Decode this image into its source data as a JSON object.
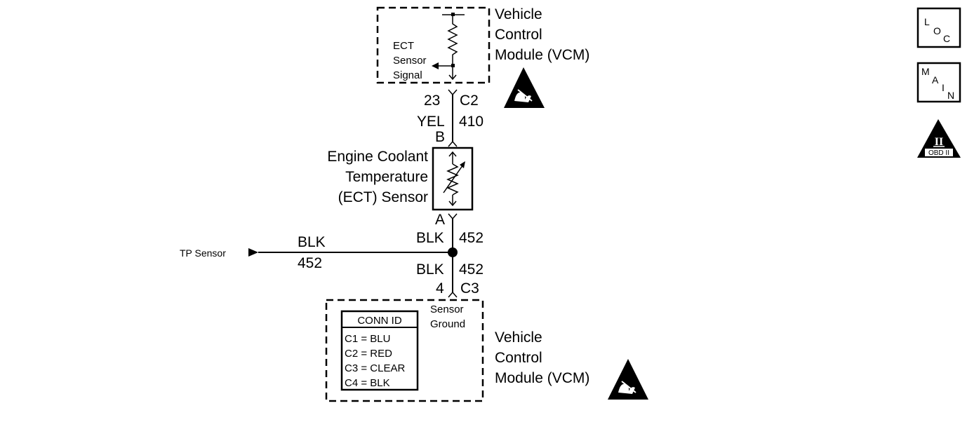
{
  "vcm_top": {
    "title_lines": [
      "Vehicle",
      "Control",
      "Module (VCM)"
    ],
    "signal_label_lines": [
      "ECT",
      "Sensor",
      "Signal"
    ]
  },
  "ect_circuit": {
    "top_connector": {
      "pin": "23",
      "connector": "C2"
    },
    "wire_top": {
      "color": "YEL",
      "circuit": "410"
    },
    "sensor_pin_b": "B",
    "sensor_pin_a": "A",
    "sensor_label_lines": [
      "Engine Coolant",
      "Temperature",
      "(ECT) Sensor"
    ],
    "wire_mid": {
      "color": "BLK",
      "circuit": "452"
    },
    "wire_bottom": {
      "color": "BLK",
      "circuit": "452"
    },
    "bottom_connector": {
      "pin": "4",
      "connector": "C3"
    }
  },
  "tp_branch": {
    "label": "TP Sensor",
    "wire_color": "BLK",
    "wire_circuit": "452"
  },
  "vcm_bottom": {
    "title_lines": [
      "Vehicle",
      "Control",
      "Module (VCM)"
    ],
    "ground_label_lines": [
      "Sensor",
      "Ground"
    ],
    "conn_id": {
      "header": "CONN ID",
      "rows": [
        "C1 = BLU",
        "C2 = RED",
        "C3 = CLEAR",
        "C4 = BLK"
      ]
    }
  },
  "nav_icons": {
    "loc": [
      "L",
      "O",
      "C"
    ],
    "main": [
      "M",
      "A",
      "I",
      "N"
    ],
    "obd": {
      "symbol": "II",
      "label": "OBD II"
    }
  }
}
